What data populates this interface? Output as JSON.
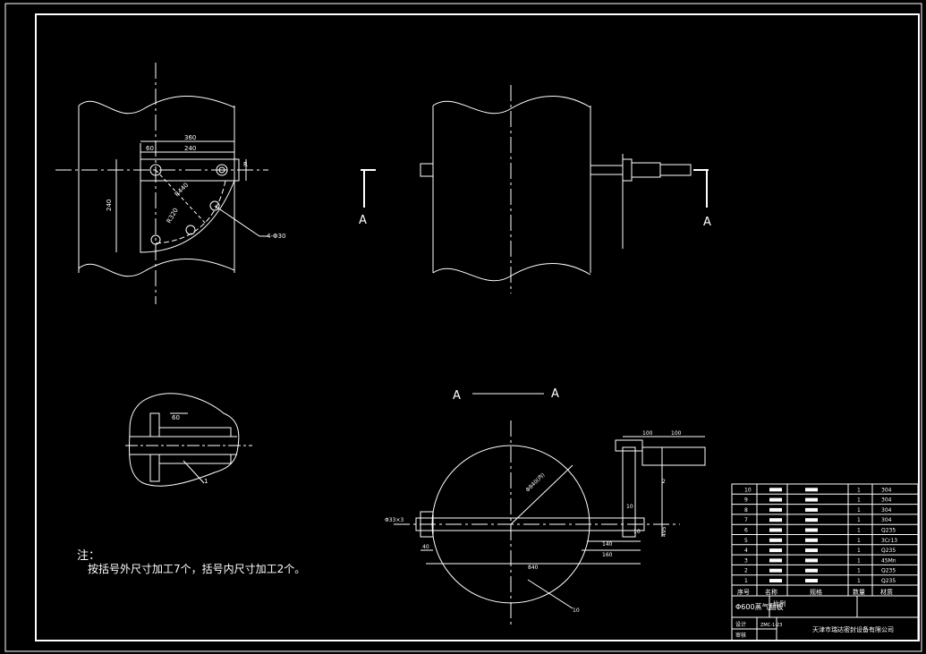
{
  "view_labels": {
    "section_left": "A",
    "section_right": "A",
    "section_title_left": "A",
    "section_title_right": "A"
  },
  "dims_top_left": {
    "d1": "360",
    "d2": "240",
    "d3": "60",
    "d4": "R",
    "d5": "240",
    "d6": "R440",
    "d7": "R320",
    "callout": "4-Φ30"
  },
  "detail": {
    "dim": "60",
    "callout": "1"
  },
  "dims_bottom": {
    "phi": "Φ33×3",
    "d_left": "40",
    "d_mid": "140",
    "d_mid2": "160",
    "d_main": "840",
    "d_top1": "100",
    "d_top2": "100",
    "d_right": "10",
    "d_right2": "10",
    "d_vert": "495",
    "radius": "Φ840(内)",
    "callout_bottom": "10",
    "callout_side": "2"
  },
  "note": {
    "title": "注：",
    "text": "按括号外尺寸加工7个，括号内尺寸加工2个。"
  },
  "title_block": {
    "rows": [
      {
        "no": "10",
        "qty": "1",
        "mat": "304"
      },
      {
        "no": "9",
        "qty": "1",
        "mat": "304"
      },
      {
        "no": "8",
        "qty": "1",
        "mat": "304"
      },
      {
        "no": "7",
        "qty": "1",
        "mat": "304"
      },
      {
        "no": "6",
        "qty": "1",
        "mat": "Q235"
      },
      {
        "no": "5",
        "qty": "1",
        "mat": "3Cr13"
      },
      {
        "no": "4",
        "qty": "1",
        "mat": "Q235"
      },
      {
        "no": "3",
        "qty": "1",
        "mat": "45Mn"
      },
      {
        "no": "2",
        "qty": "1",
        "mat": "Q235"
      },
      {
        "no": "1",
        "qty": "1",
        "mat": "Q235"
      }
    ],
    "header": [
      "序号",
      "名称",
      "规格",
      "数量",
      "材质"
    ],
    "part_name": "Φ600蒸气翻板",
    "scale_label": "比例",
    "design_label": "设计",
    "check_label": "审核",
    "drawing_no": "ZMC-1-23",
    "company": "天津市瑞达密封设备有限公司"
  }
}
